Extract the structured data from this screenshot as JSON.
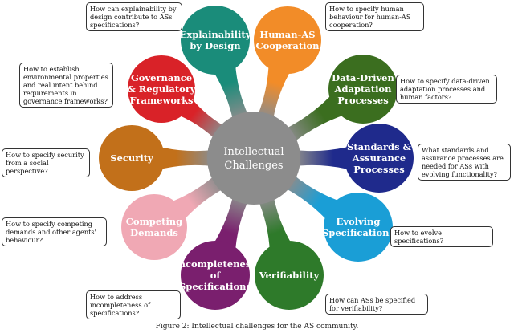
{
  "center": {
    "line1": "Intellectual",
    "line2": "Challenges",
    "color": "#8c8c8c"
  },
  "nodes": [
    {
      "key": "explainability",
      "lines": [
        "Explainability",
        "by Design"
      ],
      "color": "#1a8c7a",
      "question": "How can explainability by design contribute to ASs specifications?"
    },
    {
      "key": "human-as",
      "lines": [
        "Human-AS",
        "Cooperation"
      ],
      "color": "#f28c28",
      "question": "How to specify human behaviour for human-AS cooperation?"
    },
    {
      "key": "data-driven",
      "lines": [
        "Data-Driven",
        "Adaptation",
        "Processes"
      ],
      "color": "#3b6e1f",
      "question": "How to specify data-driven adaptation processes and human factors?"
    },
    {
      "key": "standards",
      "lines": [
        "Standards &",
        "Assurance",
        "Processes"
      ],
      "color": "#1f2a8c",
      "question": "What standards and assurance processes are needed for ASs with evolving functionality?"
    },
    {
      "key": "evolving",
      "lines": [
        "Evolving",
        "Specifications"
      ],
      "color": "#1a9ed6",
      "question": "How to evolve specifications?"
    },
    {
      "key": "verifiability",
      "lines": [
        "Verifiability"
      ],
      "color": "#2e7a2a",
      "question": "How can ASs be specified for verifiability?"
    },
    {
      "key": "incompleteness",
      "lines": [
        "Incompleteness",
        "of",
        "Specifications"
      ],
      "color": "#7a1f6e",
      "question": "How to address incompleteness of specifications?"
    },
    {
      "key": "competing",
      "lines": [
        "Competing",
        "Demands"
      ],
      "color": "#f0a8b4",
      "question": "How to specify competing demands and other agents' behaviour?"
    },
    {
      "key": "security",
      "lines": [
        "Security"
      ],
      "color": "#c2701a",
      "question": "How to specify security from a social perspective?"
    },
    {
      "key": "governance",
      "lines": [
        "Governance",
        "& Regulatory",
        "Frameworks"
      ],
      "color": "#d92228",
      "question": "How to establish environmental properties and real intent behind requirements in governance frameworks?"
    }
  ],
  "caption": "Figure 2: Intellectual challenges for the AS community."
}
